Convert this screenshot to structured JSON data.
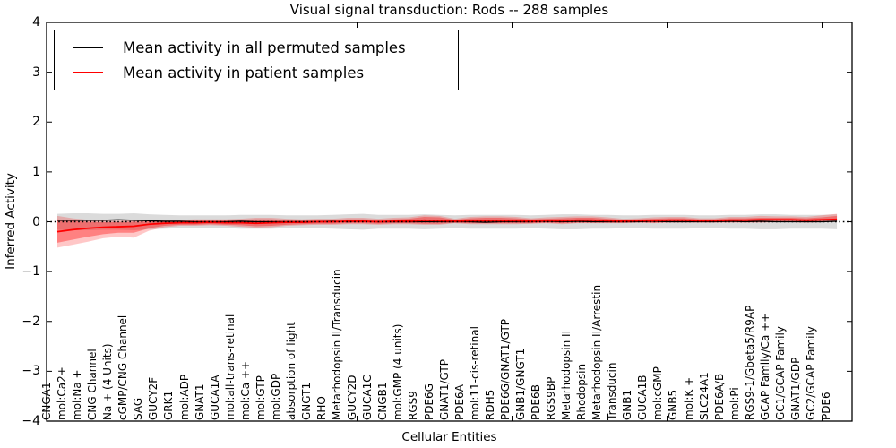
{
  "chart_data": {
    "type": "line",
    "title": "Visual signal transduction: Rods -- 288 samples",
    "xlabel": "Cellular Entities",
    "ylabel": "Inferred Activity",
    "ylim": [
      -4,
      4
    ],
    "yticks": [
      4,
      3,
      2,
      1,
      0,
      -1,
      -2,
      -3,
      -4
    ],
    "grid": false,
    "legend_position": "upper left",
    "zero_reference_line": true,
    "categories": [
      "CNGA1",
      "mol:Ca2+",
      "mol:Na +",
      "CNG Channel",
      "Na + (4 Units)",
      "cGMP/CNG Channel",
      "SAG",
      "GUCY2F",
      "GRK1",
      "mol:ADP",
      "GNAT1",
      "GUCA1A",
      "mol:all-trans-retinal",
      "mol:Ca ++",
      "mol:GTP",
      "mol:GDP",
      "absorption of light",
      "GNGT1",
      "RHO",
      "Metarhodopsin II/Transducin",
      "GUCY2D",
      "GUCA1C",
      "CNGB1",
      "mol:GMP (4 units)",
      "RGS9",
      "PDE6G",
      "GNAT1/GTP",
      "PDE6A",
      "mol:11-cis-retinal",
      "RDH5",
      "PDE6G/GNAT1/GTP",
      "GNB1/GNGT1",
      "PDE6B",
      "RGS9BP",
      "Metarhodopsin II",
      "Rhodopsin",
      "Metarhodopsin II/Arrestin",
      "Transducin",
      "GNB1",
      "GUCA1B",
      "mol:cGMP",
      "GNB5",
      "mol:K +",
      "SLC24A1",
      "PDE6A/B",
      "mol:Pi",
      "RGS9-1/Gbeta5/R9AP",
      "GCAP Family/Ca ++",
      "GC1/GCAP Family",
      "GNAT1/GDP",
      "GC2/GCAP Family",
      "PDE6"
    ],
    "series": [
      {
        "name": "Mean activity in all permuted samples",
        "color": "#000000",
        "values": [
          0.03,
          0.03,
          0.03,
          0.03,
          0.04,
          0.03,
          0.02,
          0.01,
          0.01,
          0.0,
          0.0,
          0.0,
          0.01,
          0.0,
          0.0,
          0.0,
          0.0,
          0.0,
          0.01,
          0.0,
          0.01,
          0.0,
          0.0,
          0.0,
          0.0,
          0.0,
          0.0,
          0.0,
          -0.01,
          0.0,
          0.0,
          0.0,
          0.01,
          0.0,
          0.01,
          0.0,
          0.0,
          0.0,
          0.0,
          0.01,
          0.0,
          0.0,
          0.0,
          0.0,
          0.01,
          0.0,
          0.01,
          0.0,
          0.0,
          0.0,
          0.0,
          0.01
        ]
      },
      {
        "name": "Mean activity in patient samples",
        "color": "#ff0000",
        "values": [
          -0.2,
          -0.16,
          -0.13,
          -0.11,
          -0.1,
          -0.09,
          -0.05,
          -0.03,
          -0.02,
          -0.02,
          -0.01,
          -0.02,
          -0.02,
          -0.03,
          -0.02,
          -0.01,
          -0.01,
          0.0,
          0.0,
          0.01,
          0.01,
          0.0,
          0.01,
          0.01,
          0.03,
          0.02,
          0.01,
          0.02,
          0.02,
          0.02,
          0.02,
          0.01,
          0.02,
          0.02,
          0.03,
          0.03,
          0.02,
          0.01,
          0.02,
          0.02,
          0.03,
          0.03,
          0.02,
          0.02,
          0.03,
          0.03,
          0.04,
          0.04,
          0.04,
          0.03,
          0.04,
          0.05
        ]
      }
    ],
    "bands": [
      {
        "name": "permuted-samples-band",
        "color": "#999999",
        "opacity": 0.35,
        "upper": [
          0.16,
          0.17,
          0.17,
          0.16,
          0.16,
          0.17,
          0.15,
          0.14,
          0.13,
          0.13,
          0.13,
          0.13,
          0.14,
          0.14,
          0.14,
          0.13,
          0.13,
          0.13,
          0.14,
          0.15,
          0.16,
          0.14,
          0.14,
          0.14,
          0.15,
          0.14,
          0.13,
          0.14,
          0.14,
          0.14,
          0.14,
          0.13,
          0.14,
          0.15,
          0.15,
          0.14,
          0.14,
          0.13,
          0.13,
          0.14,
          0.14,
          0.14,
          0.13,
          0.13,
          0.14,
          0.14,
          0.15,
          0.15,
          0.14,
          0.14,
          0.14,
          0.15
        ],
        "lower": [
          -0.16,
          -0.17,
          -0.17,
          -0.16,
          -0.16,
          -0.17,
          -0.15,
          -0.14,
          -0.13,
          -0.13,
          -0.13,
          -0.13,
          -0.14,
          -0.14,
          -0.14,
          -0.13,
          -0.13,
          -0.13,
          -0.14,
          -0.15,
          -0.16,
          -0.14,
          -0.14,
          -0.14,
          -0.15,
          -0.14,
          -0.13,
          -0.14,
          -0.14,
          -0.14,
          -0.14,
          -0.13,
          -0.14,
          -0.15,
          -0.15,
          -0.14,
          -0.14,
          -0.13,
          -0.13,
          -0.14,
          -0.14,
          -0.14,
          -0.13,
          -0.13,
          -0.14,
          -0.14,
          -0.15,
          -0.15,
          -0.14,
          -0.14,
          -0.14,
          -0.15
        ]
      },
      {
        "name": "patient-samples-band-outer",
        "color": "#ff0000",
        "opacity": 0.22,
        "upper": [
          0.12,
          0.07,
          0.04,
          0.02,
          0.02,
          0.04,
          0.04,
          0.04,
          0.04,
          0.05,
          0.05,
          0.05,
          0.06,
          0.08,
          0.08,
          0.06,
          0.05,
          0.06,
          0.06,
          0.08,
          0.08,
          0.06,
          0.08,
          0.09,
          0.13,
          0.12,
          0.06,
          0.1,
          0.11,
          0.11,
          0.1,
          0.07,
          0.09,
          0.1,
          0.11,
          0.11,
          0.09,
          0.06,
          0.07,
          0.09,
          0.1,
          0.1,
          0.07,
          0.07,
          0.1,
          0.1,
          0.12,
          0.11,
          0.11,
          0.1,
          0.13,
          0.16
        ],
        "lower": [
          -0.52,
          -0.46,
          -0.4,
          -0.33,
          -0.3,
          -0.32,
          -0.18,
          -0.11,
          -0.08,
          -0.08,
          -0.07,
          -0.08,
          -0.1,
          -0.12,
          -0.11,
          -0.08,
          -0.07,
          -0.06,
          -0.06,
          -0.05,
          -0.05,
          -0.06,
          -0.05,
          -0.05,
          -0.06,
          -0.06,
          -0.03,
          -0.05,
          -0.05,
          -0.05,
          -0.05,
          -0.04,
          -0.03,
          -0.05,
          -0.03,
          -0.03,
          -0.03,
          -0.03,
          -0.02,
          -0.03,
          -0.02,
          -0.02,
          -0.02,
          -0.02,
          -0.02,
          -0.02,
          -0.02,
          -0.01,
          -0.01,
          -0.02,
          -0.01,
          0.0
        ]
      },
      {
        "name": "patient-samples-band-inner",
        "color": "#ff0000",
        "opacity": 0.35,
        "upper": [
          0.05,
          0.02,
          0.0,
          -0.01,
          -0.01,
          0.0,
          0.01,
          0.02,
          0.02,
          0.03,
          0.03,
          0.03,
          0.04,
          0.05,
          0.05,
          0.04,
          0.03,
          0.04,
          0.04,
          0.05,
          0.05,
          0.04,
          0.05,
          0.06,
          0.1,
          0.09,
          0.04,
          0.07,
          0.08,
          0.08,
          0.07,
          0.05,
          0.06,
          0.07,
          0.08,
          0.08,
          0.06,
          0.04,
          0.05,
          0.06,
          0.07,
          0.07,
          0.05,
          0.05,
          0.07,
          0.07,
          0.08,
          0.08,
          0.08,
          0.07,
          0.09,
          0.12
        ],
        "lower": [
          -0.42,
          -0.36,
          -0.3,
          -0.25,
          -0.22,
          -0.22,
          -0.13,
          -0.08,
          -0.06,
          -0.06,
          -0.05,
          -0.06,
          -0.07,
          -0.09,
          -0.08,
          -0.06,
          -0.05,
          -0.04,
          -0.04,
          -0.03,
          -0.03,
          -0.04,
          -0.03,
          -0.03,
          -0.04,
          -0.04,
          -0.02,
          -0.03,
          -0.03,
          -0.03,
          -0.03,
          -0.03,
          -0.02,
          -0.03,
          -0.02,
          -0.02,
          -0.02,
          -0.02,
          -0.01,
          -0.02,
          -0.01,
          -0.01,
          -0.01,
          -0.01,
          -0.01,
          -0.01,
          -0.01,
          0.0,
          0.0,
          -0.01,
          0.0,
          0.01
        ]
      }
    ]
  }
}
